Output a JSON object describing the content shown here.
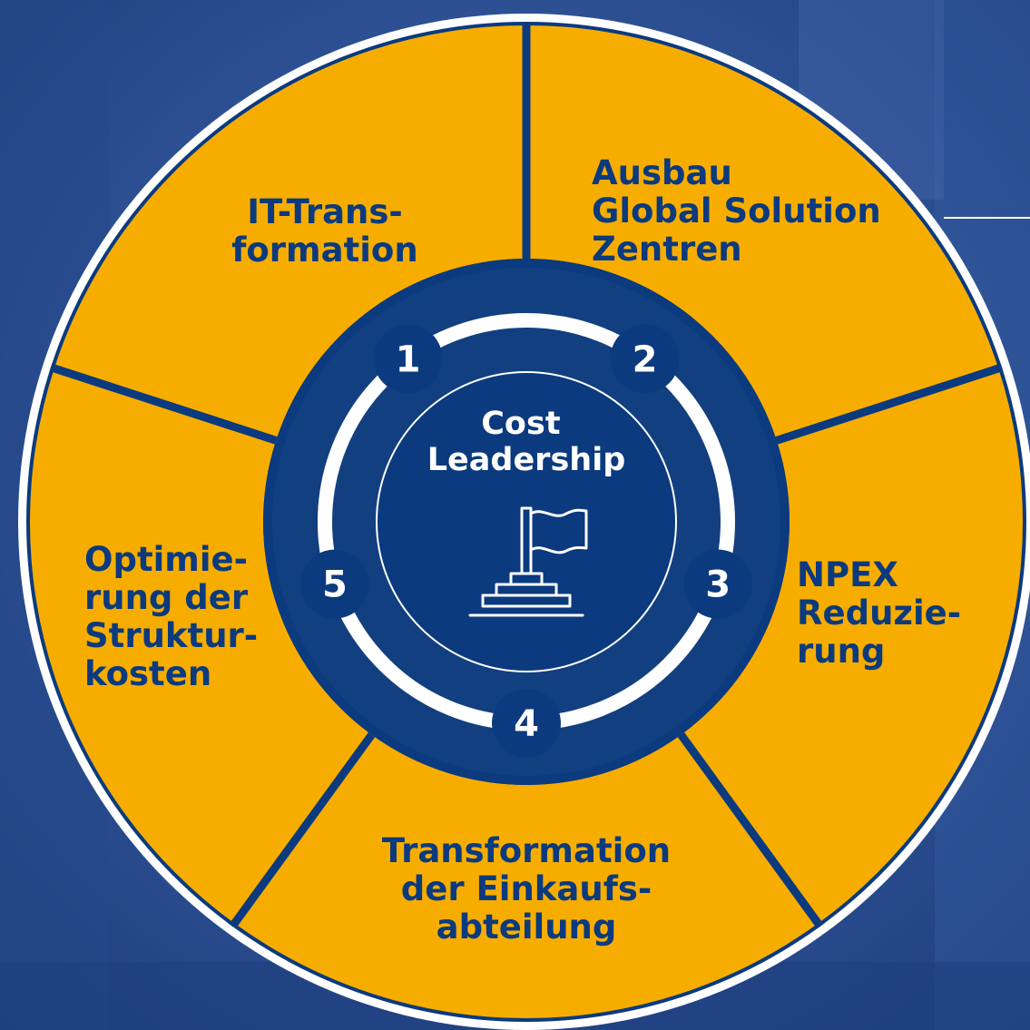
{
  "center": {
    "title_lines": [
      "Cost",
      "Leadership"
    ],
    "icon": "flag-on-podium-icon"
  },
  "segments": [
    {
      "number": "1",
      "label_lines": [
        "IT-Trans-",
        "formation"
      ]
    },
    {
      "number": "2",
      "label_lines": [
        "Ausbau",
        "Global Solution",
        "Zentren"
      ]
    },
    {
      "number": "3",
      "label_lines": [
        "NPEX",
        "Reduzie-",
        "rung"
      ]
    },
    {
      "number": "4",
      "label_lines": [
        "Transformation",
        "der Einkaufs-",
        "abteilung"
      ]
    },
    {
      "number": "5",
      "label_lines": [
        "Optimie-",
        "rung der",
        "Struktur-",
        "kosten"
      ]
    }
  ],
  "colors": {
    "segment_fill": "#f7ad00",
    "navy": "#0b3a7e",
    "inner_disc": "#123f80",
    "ring_white": "#ffffff",
    "background": "#2b4d8f"
  }
}
